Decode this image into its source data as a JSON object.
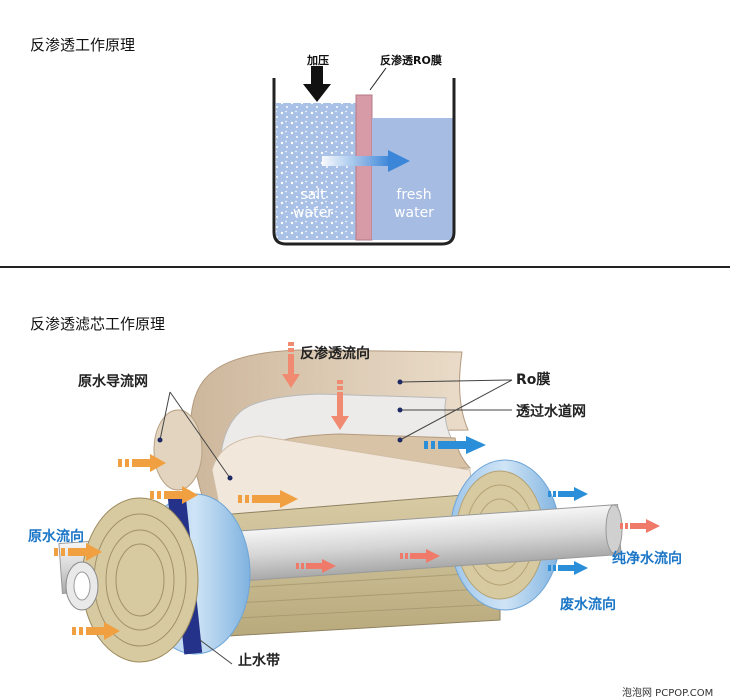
{
  "top": {
    "title": "反渗透工作原理",
    "pressure_label": "加压",
    "membrane_label": "反渗透RO膜",
    "salt_label": [
      "salt",
      "water"
    ],
    "fresh_label": [
      "fresh",
      "water"
    ]
  },
  "bottom": {
    "title": "反渗透滤芯工作原理",
    "labels": {
      "ro_flow": "反渗透流向",
      "raw_guide_net": "原水导流网",
      "ro_membrane": "Ro膜",
      "permeate_channel_net": "透过水道网",
      "raw_flow": "原水流向",
      "pure_flow": "纯净水流向",
      "waste_flow": "废水流向",
      "seal_band": "止水带"
    }
  },
  "credit": "泡泡网 PCPOP.COM",
  "colors": {
    "salt_water": "#a9c1e6",
    "fresh_water": "#a7bce3",
    "membrane": "#d79aa7",
    "orange_arrow": "#f0a040",
    "blue_arrow": "#2a8fd8",
    "label_blue": "#1b76c7",
    "sheet_tan": "#e5d6c4",
    "tube": "#e2e2e2"
  }
}
